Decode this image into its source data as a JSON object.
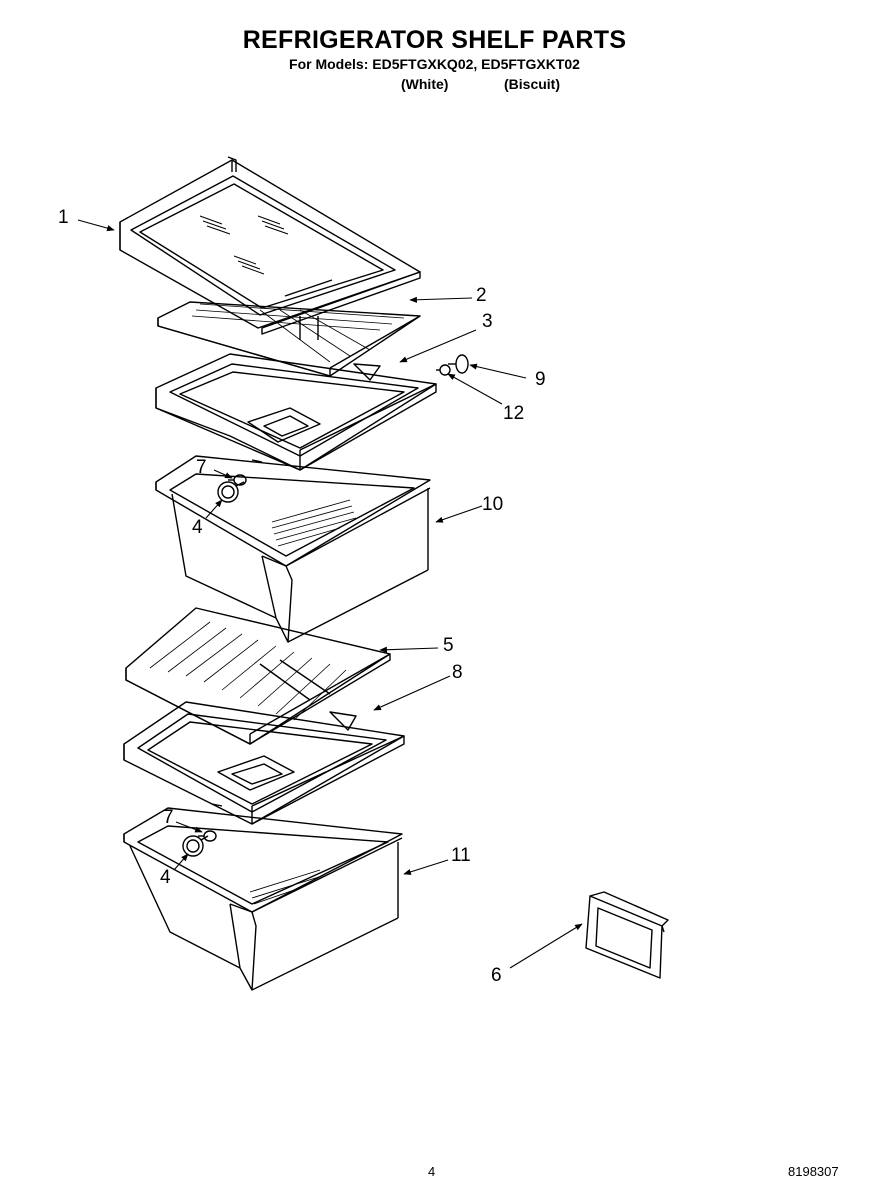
{
  "header": {
    "title": "REFRIGERATOR SHELF PARTS",
    "models": "For Models: ED5FTGXKQ02, ED5FTGXKT02",
    "variant_white": "(White)",
    "variant_biscuit": "(Biscuit)"
  },
  "callouts": {
    "c1": "1",
    "c2": "2",
    "c3": "3",
    "c4a": "4",
    "c4b": "4",
    "c5": "5",
    "c6": "6",
    "c7a": "7",
    "c7b": "7",
    "c8": "8",
    "c9": "9",
    "c10": "10",
    "c11": "11",
    "c12": "12"
  },
  "footer": {
    "page_number": "4",
    "doc_number": "8198307"
  }
}
